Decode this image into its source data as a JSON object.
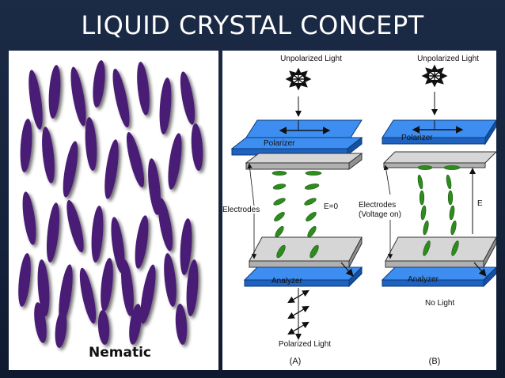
{
  "slide": {
    "title": "LIQUID CRYSTAL CONCEPT"
  },
  "left_figure": {
    "label": "Nematic",
    "molecule_color": "#4a1a75"
  },
  "right_figure": {
    "a": {
      "top_label": "Unpolarized Light",
      "polarizer_label": "Polarizer",
      "electrodes_label": "Electrodes",
      "field_label": "E=0",
      "analyzer_label": "Analyzer",
      "bottom_label": "Polarized Light",
      "panel_label": "(A)"
    },
    "b": {
      "top_label": "Unpolarized Light",
      "polarizer_label": "Polarizer",
      "electrodes_label": "Electrodes",
      "electrodes_sub_label": "(Voltage on)",
      "field_label": "E",
      "analyzer_label": "Analyzer",
      "bottom_label": "No Light",
      "panel_label": "(B)"
    },
    "colors": {
      "polarizer_blue": "#2f7de0",
      "electrode_gray": "#c8c8c8",
      "crystal_green": "#2e8b1e"
    }
  }
}
